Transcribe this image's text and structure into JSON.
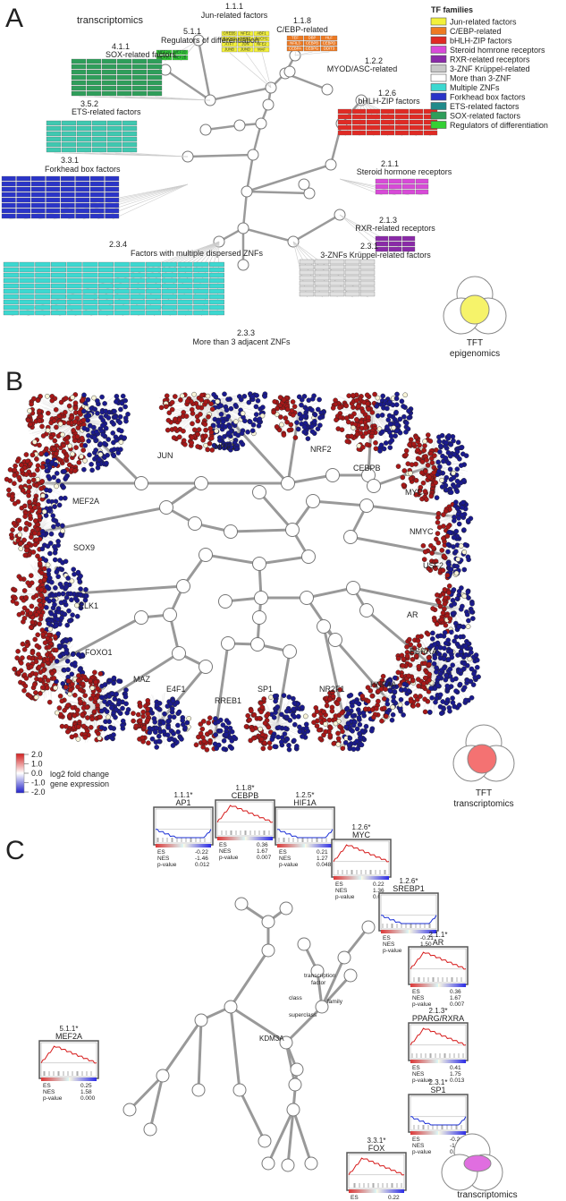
{
  "panels": {
    "a": "A",
    "b": "B",
    "c": "C"
  },
  "panelA": {
    "title": "transcriptomics",
    "groups": [
      {
        "code": "1.1.1",
        "name": "Jun-related factors"
      },
      {
        "code": "1.1.8",
        "name": "C/EBP-related"
      },
      {
        "code": "5.1.1",
        "name": "Regulators of differentiation"
      },
      {
        "code": "4.1.1",
        "name": "SOX-related factors"
      },
      {
        "code": "1.2.2",
        "name": "MYOD/ASC-related"
      },
      {
        "code": "1.2.6",
        "name": "bHLH-ZIP factors"
      },
      {
        "code": "3.5.2",
        "name": "ETS-related factors"
      },
      {
        "code": "3.3.1",
        "name": "Forkhead box factors"
      },
      {
        "code": "2.1.1",
        "name": "Steroid hormone receptors"
      },
      {
        "code": "2.1.3",
        "name": "RXR-related receptors"
      },
      {
        "code": "2.3.4",
        "name": "Factors with multiple dispersed ZNFs"
      },
      {
        "code": "2.3.1",
        "name": "3-ZNFs Krüppel-related factors"
      },
      {
        "code": "2.3.3",
        "name": "More than 3 adjacent ZNFs"
      }
    ],
    "legend_title": "TF families",
    "legend": [
      {
        "label": "Jun-related factors",
        "color": "#f2f03a"
      },
      {
        "label": "C/EBP-related",
        "color": "#ee7a22"
      },
      {
        "label": "bHLH-ZIP factors",
        "color": "#e02a24"
      },
      {
        "label": "Steroid homrone receptors",
        "color": "#d84ad8"
      },
      {
        "label": "RXR-related receptors",
        "color": "#8a2aa8"
      },
      {
        "label": "3-ZNF Krüppel-related",
        "color": "#c8c8c8"
      },
      {
        "label": "More than 3-ZNF",
        "color": "#ffffff"
      },
      {
        "label": "Multiple ZNFs",
        "color": "#3cd8d0"
      },
      {
        "label": "Forkhead box factors",
        "color": "#2a34c8"
      },
      {
        "label": "ETS-related factors",
        "color": "#1f8a8a"
      },
      {
        "label": "SOX-related factors",
        "color": "#2e9e5a"
      },
      {
        "label": "Regulators of differentiation",
        "color": "#34d034"
      }
    ],
    "jun_genes": [
      "CREB5",
      "NFE2",
      "ABF1",
      "BACH2",
      "NRF2",
      "BACH1",
      "ATF7",
      "JUN",
      "NFE2",
      "JUNB",
      "JUND",
      "MAF"
    ],
    "cebp_genes": [
      "TEF",
      "DBP",
      "HLF",
      "NFIL3",
      "CEBPB",
      "CEBPD",
      "CEBPA",
      "CEBPG",
      "DDIT3"
    ],
    "mef_genes": [
      "MEF2A",
      "MEF2D",
      "MEF2C",
      "MEF2B"
    ],
    "tft_label_1": "TFT",
    "tft_label_2": "epigenomics"
  },
  "panelB": {
    "clusters": [
      "JUN",
      "NRF1",
      "NRF2",
      "CEBPB",
      "MYC",
      "MEF2A",
      "NMYC",
      "SOX9",
      "USF2",
      "ELK1",
      "AR",
      "FOXO1",
      "ESRRA",
      "MAZ",
      "E4F1",
      "RREB1",
      "SP1",
      "NR2F1",
      "HNF4A"
    ],
    "colorbar": {
      "ticks": [
        "2.0",
        "1.0",
        "0.0",
        "-1.0",
        "-2.0"
      ],
      "label1": "log2 fold change",
      "label2": "gene expression"
    },
    "tft_label_1": "TFT",
    "tft_label_2": "transcriptomics"
  },
  "panelC": {
    "gsea": [
      {
        "code": "1.1.1*",
        "tf": "AP1",
        "es": "-0.22",
        "nes": "-1.46",
        "pval": "0.012",
        "dir": "down"
      },
      {
        "code": "1.1.8*",
        "tf": "CEBPB",
        "es": "0.36",
        "nes": "1.67",
        "pval": "0.007",
        "dir": "up"
      },
      {
        "code": "1.2.5*",
        "tf": "HIF1A",
        "es": "0.21",
        "nes": "1.27",
        "pval": "0.048",
        "dir": "down"
      },
      {
        "code": "1.2.6*",
        "tf": "MYC",
        "es": "0.22",
        "nes": "1.36",
        "pval": "0.032",
        "dir": "up"
      },
      {
        "code": "1.2.6*",
        "tf": "SREBP1",
        "es": "-0.21",
        "nes": "1.50",
        "pval": "0.008",
        "dir": "down"
      },
      {
        "code": "2.1.1*",
        "tf": "AR",
        "es": "0.36",
        "nes": "1.67",
        "pval": "0.007",
        "dir": "up"
      },
      {
        "code": "2.1.3*",
        "tf": "PPARG/RXRA",
        "es": "0.41",
        "nes": "1.75",
        "pval": "0.013",
        "dir": "up"
      },
      {
        "code": "2.3.1*",
        "tf": "SP1",
        "es": "-0.23",
        "nes": "-1.51",
        "pval": "0.003",
        "dir": "down"
      },
      {
        "code": "3.3.1*",
        "tf": "FOX",
        "es": "0.22",
        "nes": "1.31",
        "pval": "0.050",
        "dir": "up"
      },
      {
        "code": "5.1.1*",
        "tf": "MEF2A",
        "es": "0.25",
        "nes": "1.58",
        "pval": "0.000",
        "dir": "up"
      }
    ],
    "stat_labels": {
      "es": "ES",
      "nes": "NES",
      "pval": "p-value"
    },
    "tree_labels": {
      "tf": "transcription",
      "tf2": "factor",
      "class": "class",
      "superclass": "superclass",
      "family": "family",
      "root": "KDM3A"
    },
    "footer": "transcriptomics"
  }
}
